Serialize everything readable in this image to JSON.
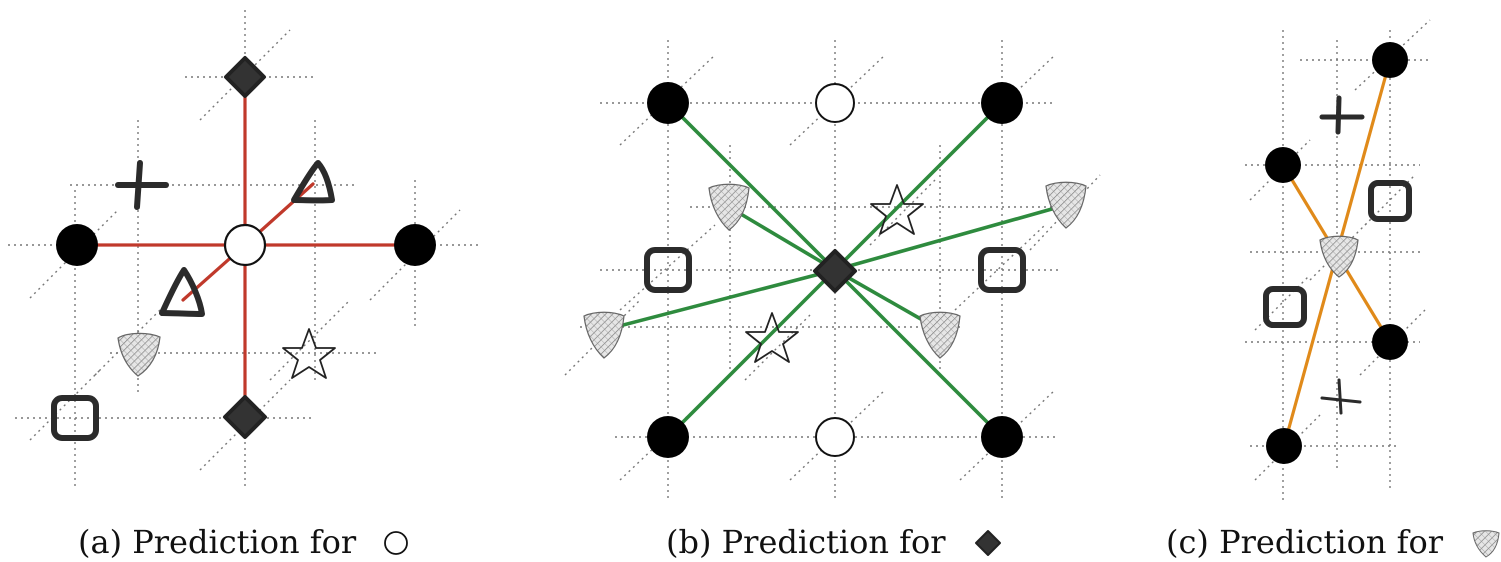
{
  "panels": [
    {
      "id": "a",
      "caption_prefix": "(a) Prediction for",
      "caption_symbol": "open-circle",
      "edge_color": "#c0392b"
    },
    {
      "id": "b",
      "caption_prefix": "(b) Prediction for",
      "caption_symbol": "filled-diamond",
      "edge_color": "#2e8b3e"
    },
    {
      "id": "c",
      "caption_prefix": "(c) Prediction for",
      "caption_symbol": "hatched-shield",
      "edge_color": "#e08a1a"
    }
  ]
}
